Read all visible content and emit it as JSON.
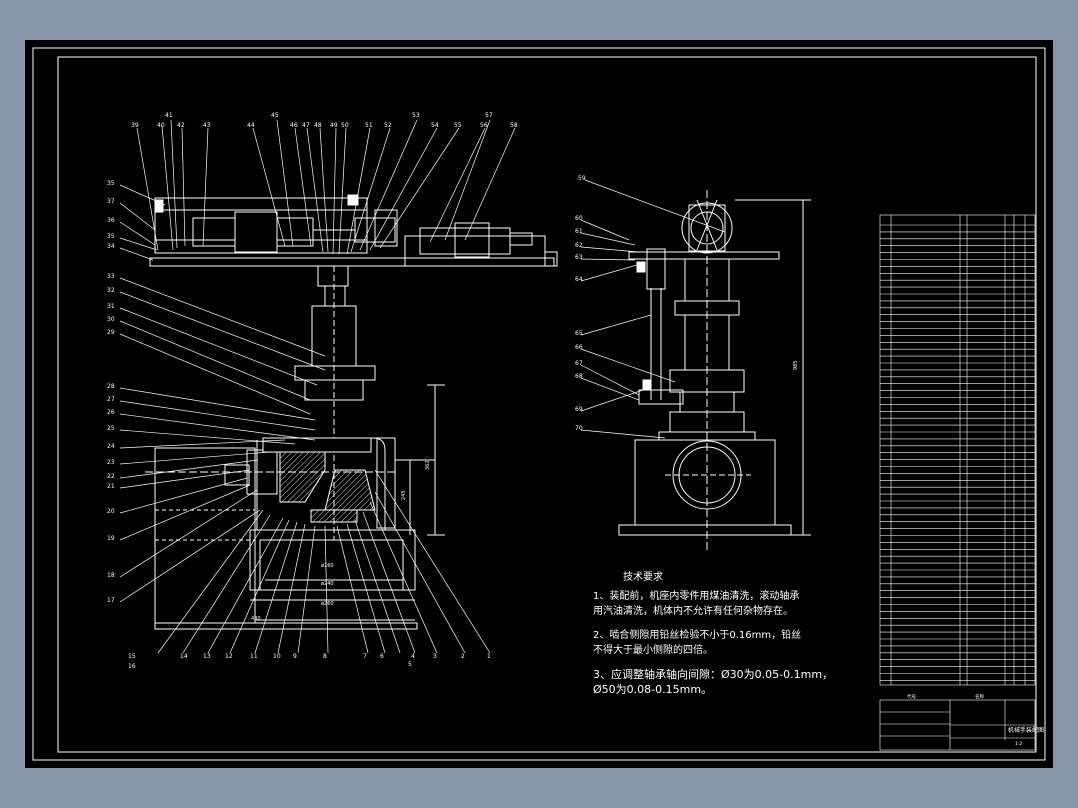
{
  "tech_notes": {
    "heading": "技术要求",
    "item1": "1、装配前，机座内零件用煤油清洗，滚动轴承\n   用汽油清洗，机体内不允许有任何杂物存在。",
    "item2": "2、啮合侧隙用铅丝检验不小于0.16mm，铅丝\n   不得大于最小侧隙的四倍。",
    "item3": "3、应调整轴承轴向间隙：Ø30为0.05-0.1mm，\n   Ø50为0.08-0.15mm。"
  },
  "dimensions": {
    "overall_height": "985",
    "height_a": "362",
    "height_b": "245",
    "dia_inner": "ø240",
    "dia_outer": "ø260",
    "dia_small": "ø160",
    "dia_base": "480"
  },
  "title_block": {
    "title": "机械手装配图",
    "scale": "1:2",
    "header": "代号",
    "header2": "名称"
  },
  "part_labels_top": [
    "39",
    "40",
    "41",
    "42",
    "43",
    "44",
    "45",
    "46",
    "47",
    "48",
    "49",
    "50",
    "51",
    "52",
    "53",
    "54",
    "55",
    "56",
    "57",
    "58"
  ],
  "part_labels_left": [
    "35",
    "37",
    "36",
    "35",
    "34",
    "33",
    "32",
    "31",
    "30",
    "29",
    "28",
    "27",
    "26",
    "25",
    "24",
    "23",
    "22",
    "21",
    "20",
    "19",
    "18",
    "17"
  ],
  "part_labels_bottom": [
    "15",
    "16",
    "14",
    "13",
    "12",
    "11",
    "10",
    "9",
    "8",
    "7",
    "6",
    "5",
    "4",
    "3",
    "2",
    "1"
  ],
  "part_labels_right": [
    "59",
    "60",
    "61",
    "62",
    "63",
    "64",
    "65",
    "66",
    "67",
    "68",
    "69",
    "70"
  ]
}
